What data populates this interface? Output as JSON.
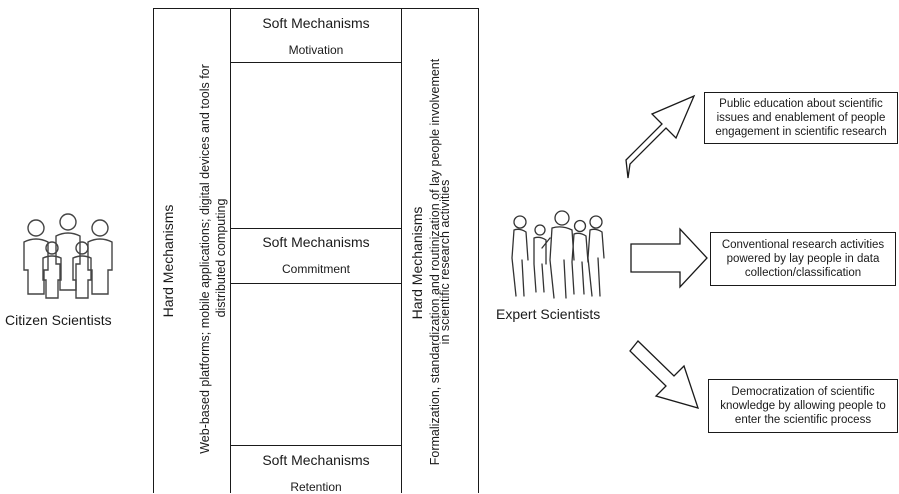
{
  "left_group": {
    "label": "Citizen Scientists",
    "icon": "citizen-group-icon"
  },
  "right_group": {
    "label": "Expert Scientists",
    "icon": "expert-group-icon"
  },
  "hard_left": {
    "title": "Hard Mechanisms",
    "line1": "Web-based platforms; mobile applications; digital devices and tools for",
    "line2": "distributed computing"
  },
  "soft": [
    {
      "title": "Soft Mechanisms",
      "sub": "Motivation"
    },
    {
      "title": "Soft Mechanisms",
      "sub": "Commitment"
    },
    {
      "title": "Soft Mechanisms",
      "sub": "Retention"
    }
  ],
  "hard_right": {
    "title": "Hard Mechanisms",
    "line1": "Formalization, standardization and routinization of lay people involvement",
    "line2": "in scientific research activities"
  },
  "outcomes": [
    {
      "lines": [
        "Public education about scientific",
        "issues and enablement of people",
        "engagement in scientific research"
      ]
    },
    {
      "lines": [
        "Conventional research activities",
        "powered by lay people in data",
        "collection/classification"
      ]
    },
    {
      "lines": [
        "Democratization of scientific",
        "knowledge by allowing people to",
        "enter the scientific process"
      ]
    }
  ]
}
